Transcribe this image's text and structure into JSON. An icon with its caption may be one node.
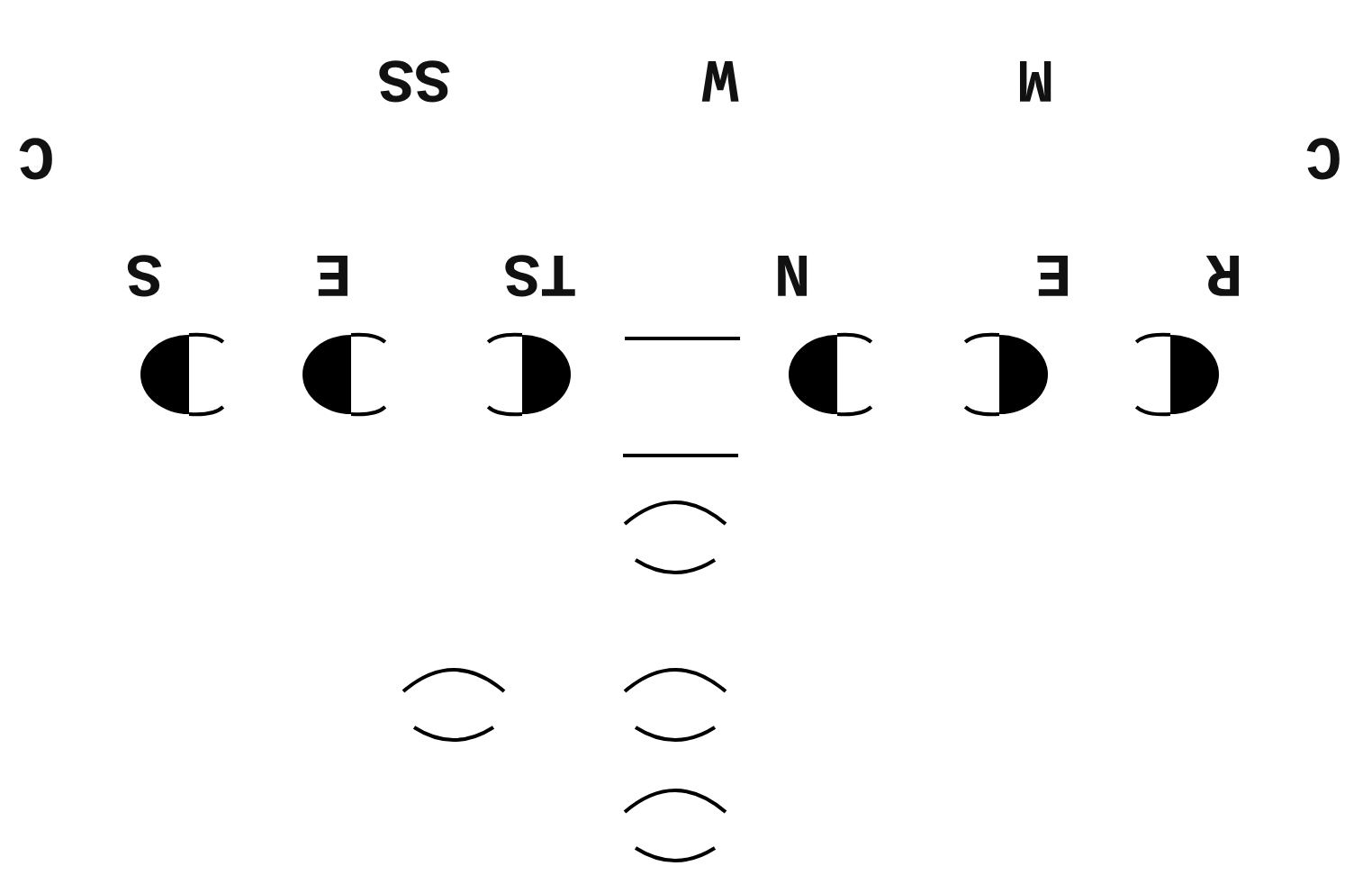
{
  "diagram": {
    "labels": [
      "SS",
      "W",
      "M",
      "C",
      "C",
      "S",
      "E",
      "TS",
      "N",
      "E",
      "R"
    ]
  }
}
